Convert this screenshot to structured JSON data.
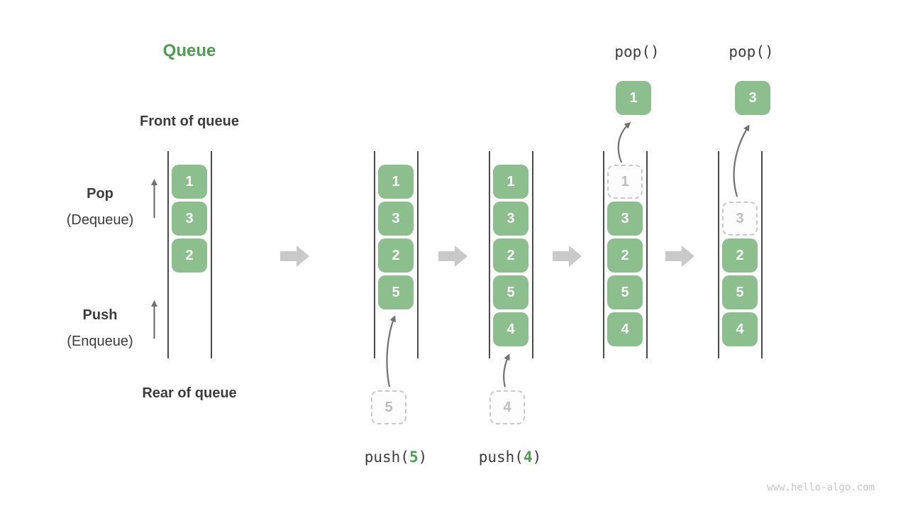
{
  "title": "Queue",
  "labels": {
    "front": "Front of queue",
    "rear": "Rear of queue",
    "pop_main": "Pop",
    "pop_sub": "(Dequeue)",
    "push_main": "Push",
    "push_sub": "(Enqueue)"
  },
  "cells": {
    "c1": [
      "1",
      "3",
      "2"
    ],
    "c2": [
      "1",
      "3",
      "2",
      "5"
    ],
    "c3": [
      "1",
      "3",
      "2",
      "5",
      "4"
    ],
    "c4_dashed": "1",
    "c4": [
      "3",
      "2",
      "5",
      "4"
    ],
    "c5_dashed": "3",
    "c5": [
      "2",
      "5",
      "4"
    ],
    "pop1_box": "1",
    "pop2_box": "3",
    "push1_box": "5",
    "push2_box": "4"
  },
  "operations": {
    "pop1": "pop()",
    "pop2": "pop()",
    "push1": {
      "prefix": "push(",
      "arg": "5",
      "suffix": ")"
    },
    "push2": {
      "prefix": "push(",
      "arg": "4",
      "suffix": ")"
    }
  },
  "watermark": "www.hello-algo.com",
  "colors": {
    "box_green": "#8dbe8e",
    "accent_green": "#4f9d53",
    "text_dark": "#3c3c3c",
    "arrow_gray": "#717171",
    "block_arrow_gray": "#c9c9c9",
    "dashed_border": "#c9c9c9",
    "dashed_text": "#bdbdbd",
    "line_dark": "#4a4a4a",
    "watermark_gray": "#c6c6c6"
  }
}
